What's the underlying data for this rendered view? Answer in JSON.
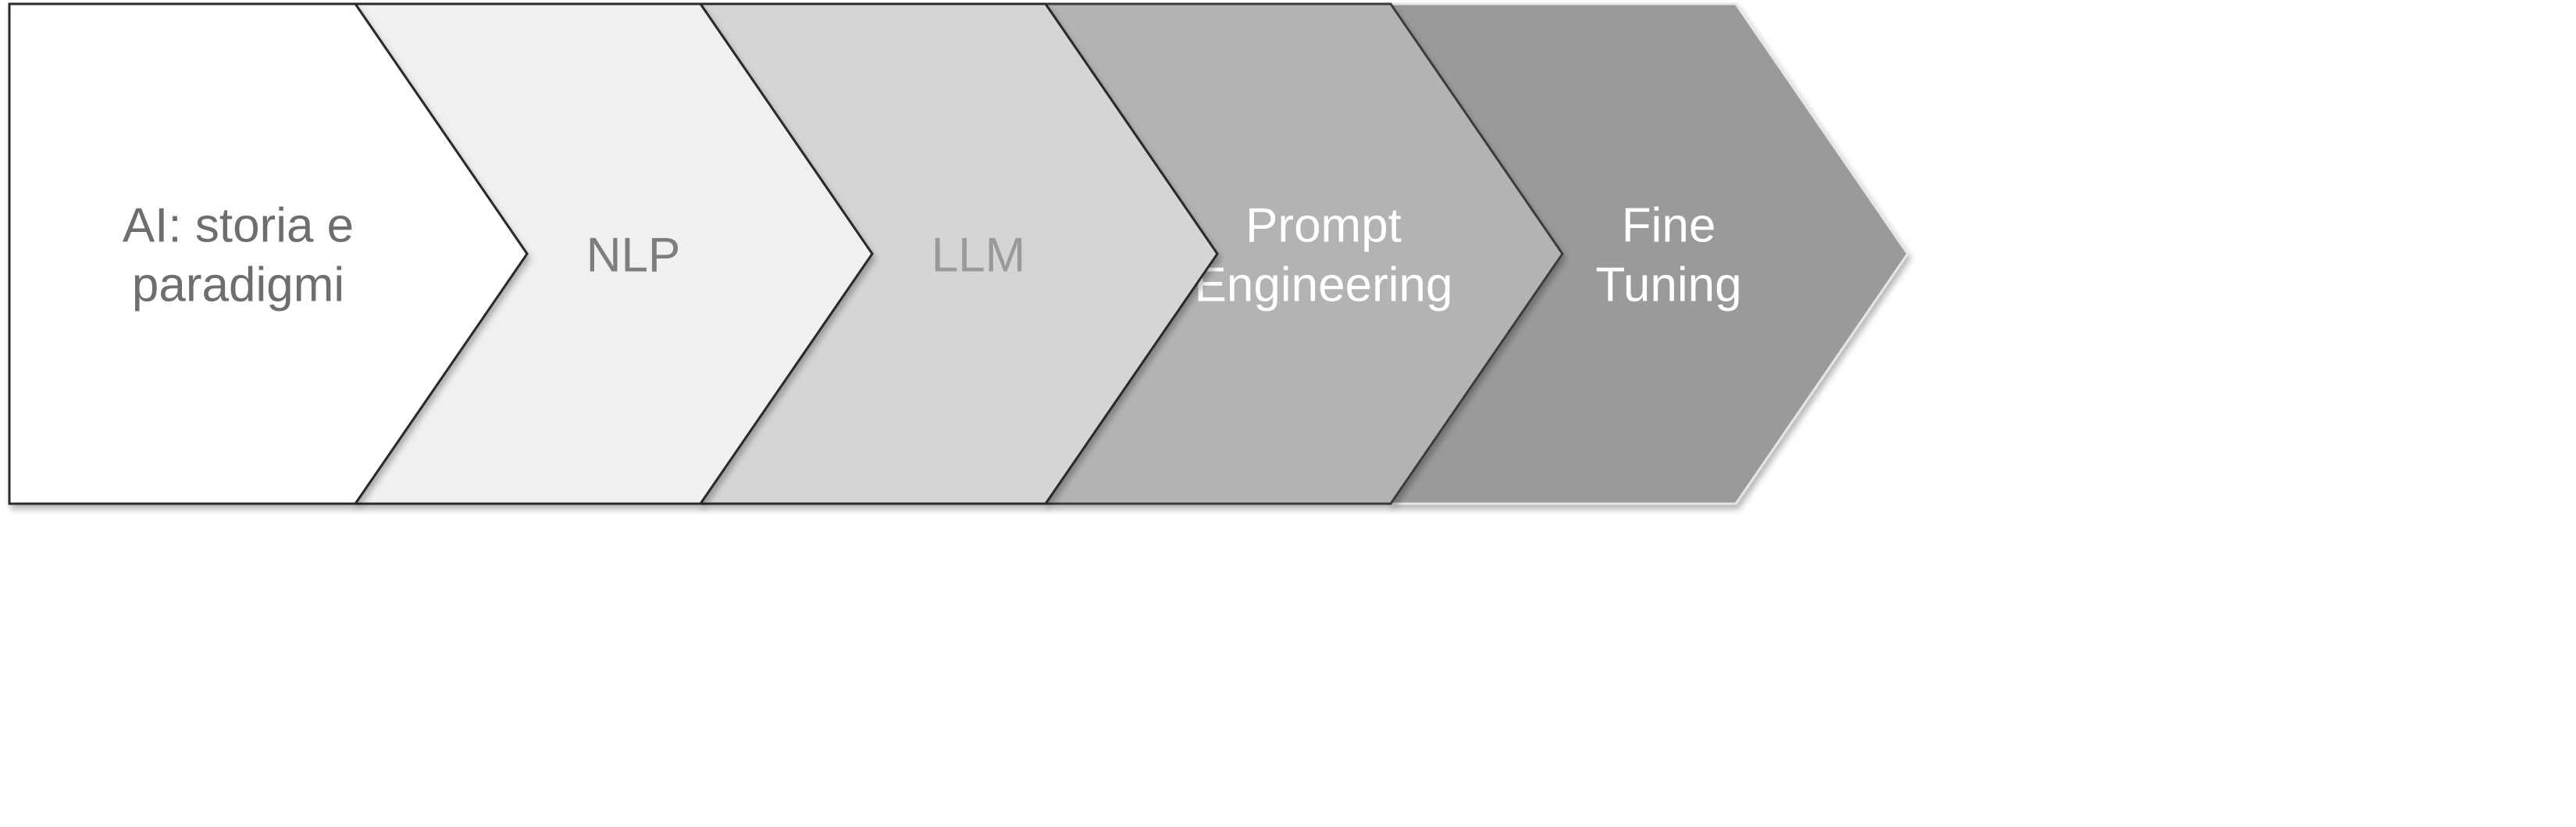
{
  "diagram": {
    "type": "chevron-process",
    "steps": [
      {
        "id": "ai-storia",
        "lines": [
          "AI: storia e",
          "paradigmi"
        ],
        "fill": "#ffffff",
        "text_color": "#6e6e6e",
        "stroke": "#2b2b2b"
      },
      {
        "id": "nlp",
        "lines": [
          "NLP"
        ],
        "fill": "#f0f0f0",
        "text_color": "#7d7d7d",
        "stroke": "#2b2b2b"
      },
      {
        "id": "llm",
        "lines": [
          "LLM"
        ],
        "fill": "#d5d5d5",
        "text_color": "#9a9a9a",
        "stroke": "#2b2b2b"
      },
      {
        "id": "prompt-engineering",
        "lines": [
          "Prompt",
          "Engineering"
        ],
        "fill": "#b3b3b3",
        "text_color": "#ffffff",
        "stroke": "#3a3a3a"
      },
      {
        "id": "fine-tuning",
        "lines": [
          "Fine",
          "Tuning"
        ],
        "fill": "#9a9a9a",
        "text_color": "#ffffff",
        "stroke": "#e6e6e6"
      }
    ]
  }
}
